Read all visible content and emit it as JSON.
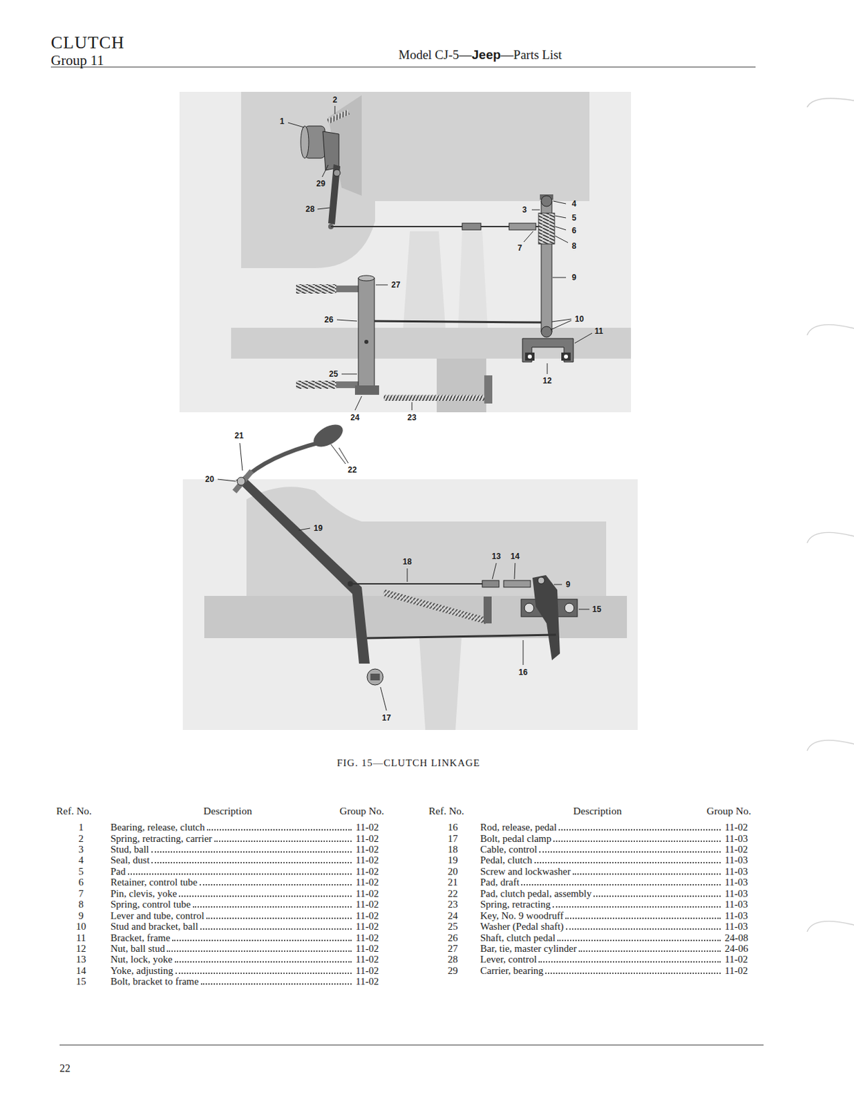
{
  "diagram": {
    "title": "CLUTCH",
    "caption": "FIG. 15—CLUTCH LINKAGE",
    "labels": [
      "Group 11",
      "Model CJ-5—",
      "Jeep",
      "—Parts List",
      "2",
      "1",
      "29",
      "4",
      "28",
      "3",
      "5",
      "6",
      "8",
      "7",
      "9",
      "27",
      "10",
      "26",
      "11",
      "25",
      "12",
      "24",
      "23",
      "21",
      "22",
      "20",
      "19",
      "13",
      "14",
      "18",
      "9",
      "15",
      "16",
      "17",
      "Ref. No.",
      "Description",
      "Group No.",
      "Ref. No.",
      "Description",
      "Group No.",
      "1",
      "Bearing, release, clutch",
      "11-02",
      "2",
      "Spring, retracting, carrier",
      "11-02",
      "3",
      "Stud, ball",
      "11-02",
      "4",
      "Seal, dust",
      "11-02",
      "5",
      "Pad",
      "11-02",
      "6",
      "Retainer, control tube",
      "11-02",
      "7",
      "Pin, clevis, yoke",
      "11-02",
      "8",
      "Spring, control tube",
      "11-02",
      "9",
      "Lever and tube, control",
      "11-02",
      "10",
      "Stud and bracket, ball",
      "11-02",
      "11",
      "Bracket, frame",
      "11-02",
      "12",
      "Nut, ball stud",
      "11-02",
      "13",
      "Nut, lock, yoke",
      "11-02",
      "14",
      "Yoke, adjusting",
      "11-02",
      "15",
      "Bolt, bracket to frame",
      "11-02",
      "16",
      "Rod, release, pedal",
      "11-02",
      "17",
      "Bolt, pedal clamp",
      "11-03",
      "18",
      "Cable, control",
      "11-02",
      "19",
      "Pedal, clutch",
      "11-03",
      "20",
      "Screw and lockwasher",
      "11-03",
      "21",
      "Pad, draft",
      "11-03",
      "22",
      "Pad, clutch pedal, assembly",
      "11-03",
      "23",
      "Spring, retracting",
      "11-03",
      "24",
      "Key, No. 9 woodruff",
      "11-03",
      "25",
      "Washer (Pedal shaft)",
      "11-03",
      "26",
      "Shaft, clutch pedal",
      "24-08",
      "27",
      "Bar, tie, master cylinder",
      "24-06",
      "28",
      "Lever, control",
      "11-02",
      "29",
      "Carrier, bearing",
      "11-02",
      "22"
    ]
  }
}
